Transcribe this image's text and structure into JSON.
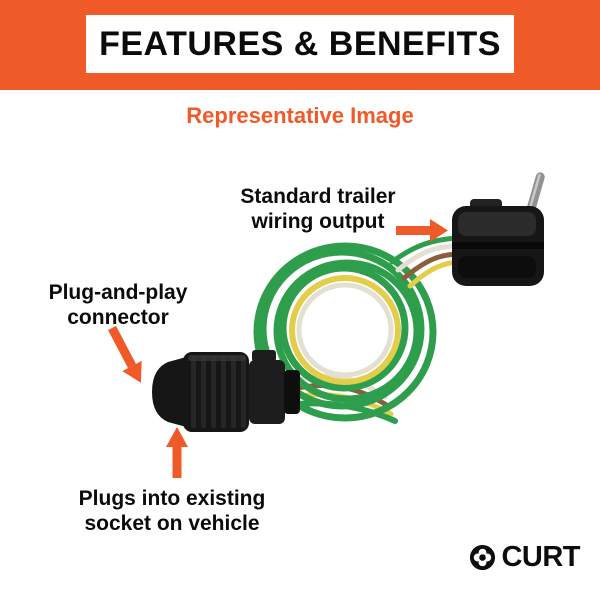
{
  "header": {
    "title": "FEATURES & BENEFITS",
    "subtitle": "Representative Image"
  },
  "annotations": {
    "wiring_output": {
      "line1": "Standard trailer",
      "line2": "wiring output"
    },
    "connector": {
      "line1": "Plug-and-play",
      "line2": "connector"
    },
    "socket": {
      "line1": "Plugs into existing",
      "line2": "socket on vehicle"
    }
  },
  "logo": {
    "text": "CURT"
  },
  "colors": {
    "accent": "#F05A28",
    "wire_green": "#2E9E4C",
    "wire_yellow": "#E2CE4A",
    "wire_white": "#E3DFD2",
    "wire_brown": "#8A5F3C",
    "connector_black": "#161616",
    "metal_pin": "#929292",
    "text_black": "#0B0B0B"
  }
}
